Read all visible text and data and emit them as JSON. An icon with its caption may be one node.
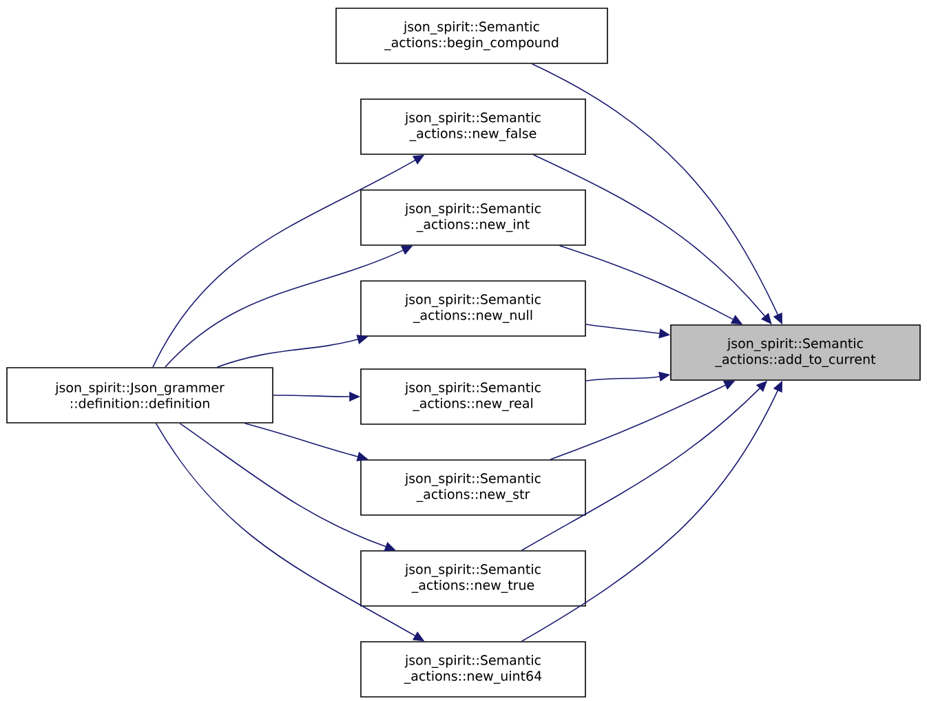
{
  "diagram": {
    "nodes": [
      {
        "text": [
          "json_spirit::Semantic _actions::begin_compound"
        ]
      },
      {
        "text": [
          "json_spirit::Semantic _actions::new_false"
        ]
      },
      {
        "text": [
          "json_spirit::Semantic _actions::new_int"
        ]
      },
      {
        "text": [
          "json_spirit::Semantic _actions::new_null"
        ]
      },
      {
        "text": [
          "json_spirit::Semantic _actions::new_real"
        ]
      },
      {
        "text": [
          "json_spirit::Semantic _actions::new_str"
        ]
      },
      {
        "text": [
          "json_spirit::Semantic _actions::new_true"
        ]
      },
      {
        "text": [
          "json_spirit::Semantic _actions::new_uint64"
        ]
      },
      {
        "text": [
          "json_spirit::Json_grammer ::definition::definition"
        ]
      },
      {
        "text": [
          "json_spirit::Semantic _actions::add_to_current"
        ]
      }
    ],
    "edges": [
      {
        "from": 8,
        "to": 1,
        "arrow": "to"
      },
      {
        "from": 8,
        "to": 2,
        "arrow": "to"
      },
      {
        "from": 8,
        "to": 3,
        "arrow": "to"
      },
      {
        "from": 8,
        "to": 4,
        "arrow": "to"
      },
      {
        "from": 8,
        "to": 5,
        "arrow": "to"
      },
      {
        "from": 8,
        "to": 6,
        "arrow": "to"
      },
      {
        "from": 8,
        "to": 7,
        "arrow": "to"
      },
      {
        "from": 0,
        "to": 9,
        "arrow": "to"
      },
      {
        "from": 1,
        "to": 9,
        "arrow": "to"
      },
      {
        "from": 2,
        "to": 9,
        "arrow": "to"
      },
      {
        "from": 3,
        "to": 9,
        "arrow": "to"
      },
      {
        "from": 4,
        "to": 9,
        "arrow": "to"
      },
      {
        "from": 5,
        "to": 9,
        "arrow": "to"
      },
      {
        "from": 6,
        "to": 9,
        "arrow": "to"
      },
      {
        "from": 7,
        "to": 9,
        "arrow": "to"
      }
    ]
  }
}
